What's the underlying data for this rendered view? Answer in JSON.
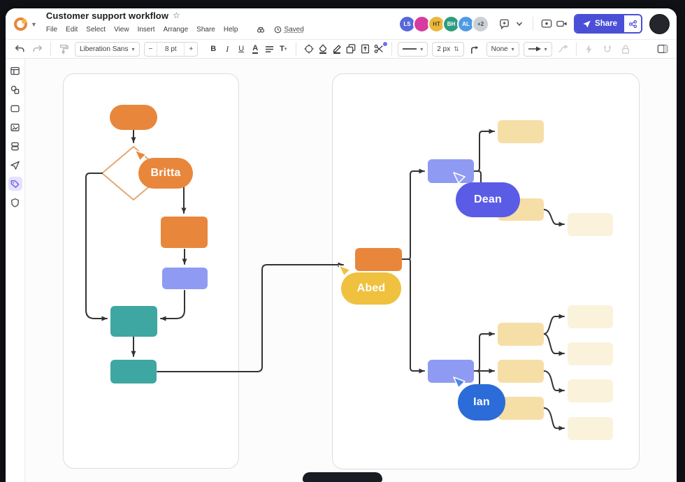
{
  "topbar": {
    "title": "Customer support workflow",
    "menus": [
      "File",
      "Edit",
      "Select",
      "View",
      "Insert",
      "Arrange",
      "Share",
      "Help"
    ],
    "saved_label": "Saved",
    "share_label": "Share",
    "collaborators": [
      {
        "initials": "LS",
        "color": "#5768D9",
        "fg": "#ffffff"
      },
      {
        "initials": "",
        "color": "#D63B9E",
        "fg": "#ffffff"
      },
      {
        "initials": "HT",
        "color": "#E9B83C",
        "fg": "#5d4a12"
      },
      {
        "initials": "BH",
        "color": "#2E9C80",
        "fg": "#ffffff"
      },
      {
        "initials": "AL",
        "color": "#4F9BE3",
        "fg": "#ffffff"
      },
      {
        "initials": "+2",
        "color": "#CBCFD6",
        "fg": "#4a4a50"
      }
    ]
  },
  "toolbar": {
    "font_name": "Liberation Sans",
    "font_size": "8 pt",
    "minus_label": "−",
    "plus_label": "+",
    "bold_label": "B",
    "italic_label": "I",
    "underline_label": "U",
    "text_color_label": "A",
    "text_options_label": "T",
    "line_width": "2 px",
    "line_end": "None"
  },
  "sidebar": {
    "icons": [
      "templates",
      "shapes",
      "frame",
      "image",
      "layers",
      "send",
      "tag",
      "shield"
    ],
    "selected": "tag",
    "selected_bg": "#E4E2FC",
    "selected_fg": "#6B5AE8"
  },
  "canvas": {
    "cursors": [
      {
        "name": "Britta",
        "bubble": "#E8873B",
        "pointer": "#E8873B"
      },
      {
        "name": "Abed",
        "bubble": "#EFC13F",
        "pointer": "#EFC13F"
      },
      {
        "name": "Dean",
        "bubble": "#5B5CE6",
        "pointer": "#9AA0F5"
      },
      {
        "name": "Ian",
        "bubble": "#2B6CD9",
        "pointer": "#4C86E8"
      }
    ],
    "diagram": {
      "containers": 2,
      "left_flow": "start pill > decision diamond > process > process > process > process, with loop-back from diamond",
      "right_flow": "orange node branches to two periwinkle nodes (Dean, Ian); Dean node has 2 children, Ian node has 3 children with 4 grandchildren",
      "shape_colors": {
        "orange": "#E8873B",
        "periwinkle": "#8F9BF2",
        "teal": "#3FA7A1",
        "tan": "#F6DEA7",
        "light_tan": "#FBF2DC",
        "diamond_stroke": "#E2A873",
        "connector": "#333333"
      }
    }
  },
  "palette": {
    "accent_share_button": "#4A4FD6",
    "container_border": "#DCDCE1",
    "frame_background": "#101217"
  }
}
